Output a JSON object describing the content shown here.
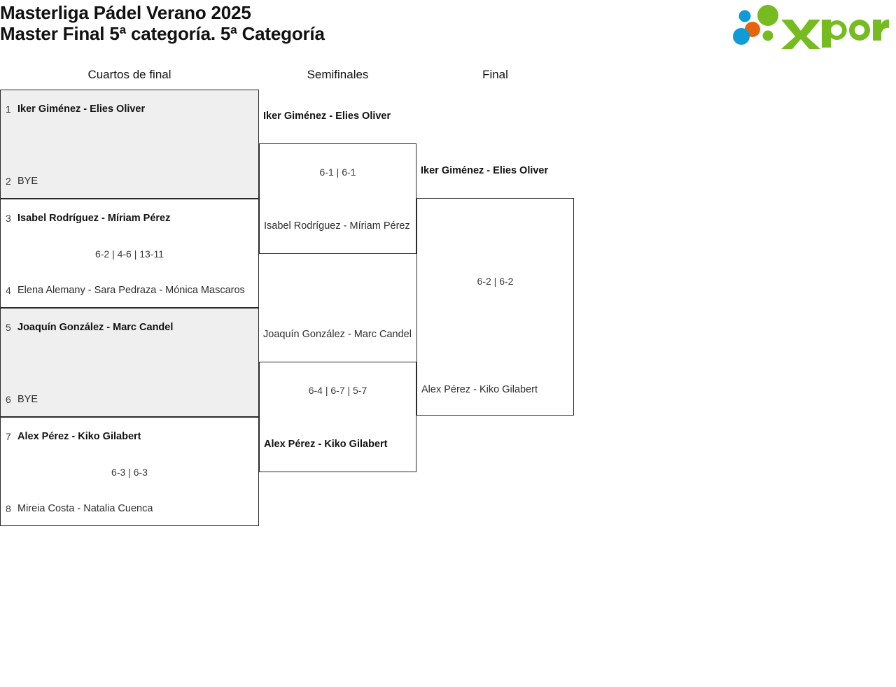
{
  "header": {
    "title_line1": "Masterliga Pádel Verano 2025",
    "title_line2": "Master Final 5ª categoría. 5ª Categoría",
    "logo_text": "xporty",
    "logo_colors": {
      "green": "#76bc21",
      "orange": "#e8640c",
      "blue": "#0f9bd7"
    }
  },
  "rounds": [
    {
      "label": "Cuartos de final"
    },
    {
      "label": "Semifinales"
    },
    {
      "label": "Final"
    }
  ],
  "quarterfinals": [
    {
      "shaded": true,
      "score": "",
      "top": {
        "seed": "1",
        "name": "Iker Giménez - Elies Oliver",
        "winner": true
      },
      "bottom": {
        "seed": "2",
        "name": "BYE",
        "winner": false
      }
    },
    {
      "shaded": false,
      "score": "6-2 | 4-6 | 13-11",
      "top": {
        "seed": "3",
        "name": "Isabel Rodríguez - Míriam Pérez",
        "winner": true
      },
      "bottom": {
        "seed": "4",
        "name": "Elena Alemany - Sara Pedraza - Mónica Mascaros",
        "winner": false
      }
    },
    {
      "shaded": true,
      "score": "",
      "top": {
        "seed": "5",
        "name": "Joaquín González - Marc Candel",
        "winner": true
      },
      "bottom": {
        "seed": "6",
        "name": "BYE",
        "winner": false
      }
    },
    {
      "shaded": false,
      "score": "6-3 | 6-3",
      "top": {
        "seed": "7",
        "name": "Alex Pérez - Kiko Gilabert",
        "winner": true
      },
      "bottom": {
        "seed": "8",
        "name": "Mireia Costa - Natalia Cuenca",
        "winner": false
      }
    }
  ],
  "semifinals": [
    {
      "score": "6-1 | 6-1",
      "top": {
        "name": "Iker Giménez - Elies Oliver",
        "winner": true
      },
      "bottom": {
        "name": "Isabel Rodríguez - Míriam Pérez",
        "winner": false
      }
    },
    {
      "score": "6-4 | 6-7 | 5-7",
      "top": {
        "name": "Joaquín González - Marc Candel",
        "winner": false
      },
      "bottom": {
        "name": "Alex Pérez - Kiko Gilabert",
        "winner": true
      }
    }
  ],
  "final": {
    "score": "6-2 | 6-2",
    "top": {
      "name": "Iker Giménez - Elies Oliver",
      "winner": true
    },
    "bottom": {
      "name": "Alex Pérez - Kiko Gilabert",
      "winner": false
    }
  }
}
